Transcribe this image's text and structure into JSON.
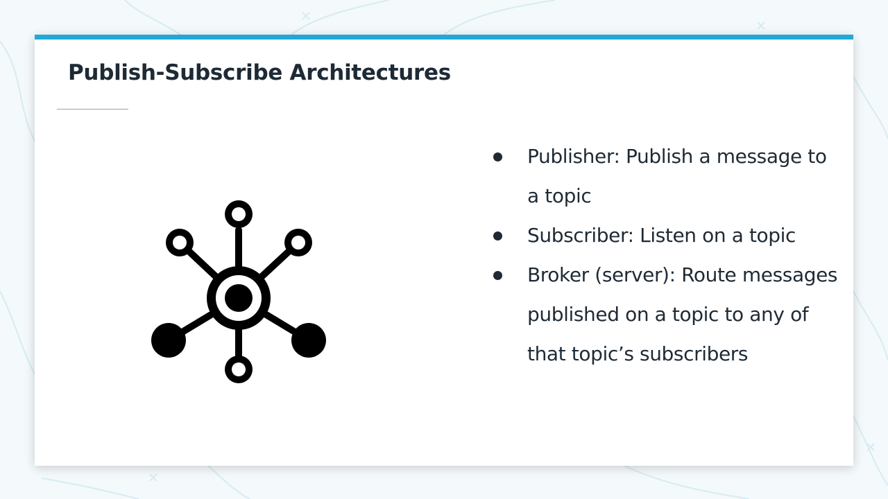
{
  "slide": {
    "title": "Publish-Subscribe Architectures",
    "accent_color": "#1fa8d8",
    "icon": "hub-network-icon",
    "bullets": [
      {
        "text": "Publisher: Publish a message to a topic"
      },
      {
        "text": "Subscriber: Listen on a topic"
      },
      {
        "text": "Broker (server): Route messages published on a topic to any of that topic’s subscribers"
      }
    ]
  }
}
